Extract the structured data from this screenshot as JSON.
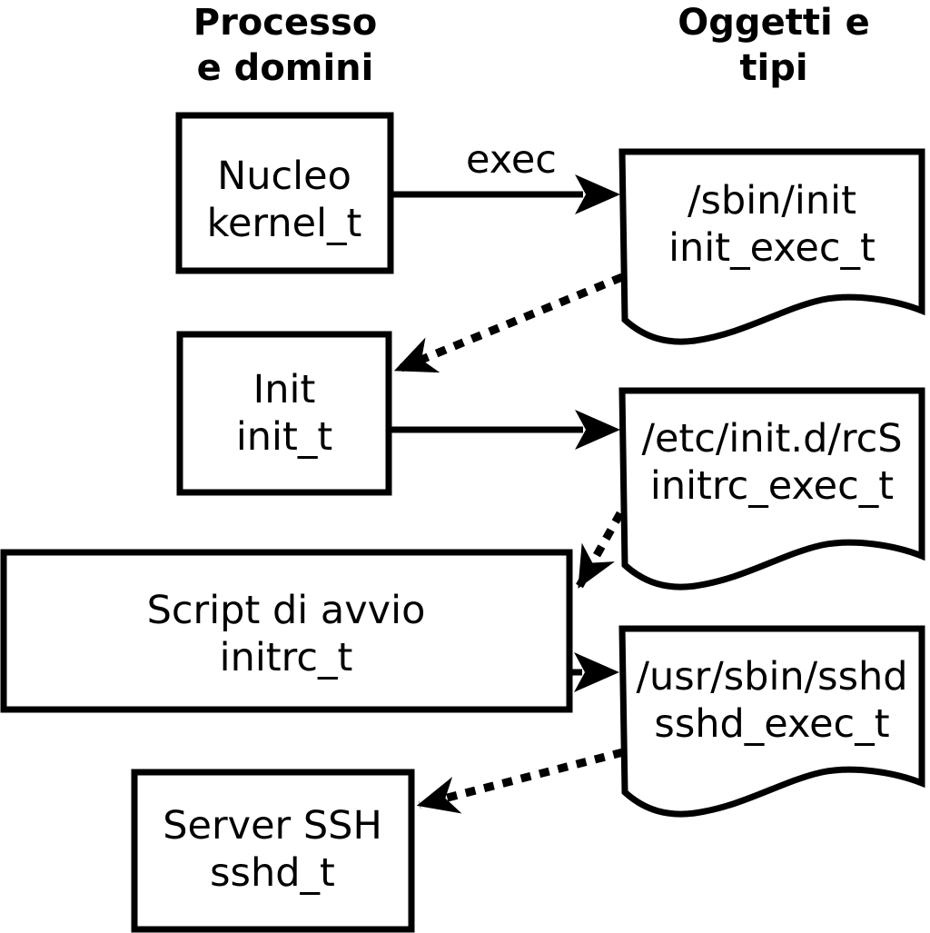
{
  "headers": {
    "left": {
      "line1": "Processo",
      "line2": "e domini"
    },
    "right": {
      "line1": "Oggetti e",
      "line2": "tipi"
    }
  },
  "processes": [
    {
      "id": "kernel",
      "line1": "Nucleo",
      "line2": "kernel_t"
    },
    {
      "id": "init",
      "line1": "Init",
      "line2": "init_t"
    },
    {
      "id": "initrc",
      "line1": "Script di avvio",
      "line2": "initrc_t"
    },
    {
      "id": "sshd",
      "line1": "Server SSH",
      "line2": "sshd_t"
    }
  ],
  "objects": [
    {
      "id": "init_exec",
      "line1": "/sbin/init",
      "line2": "init_exec_t"
    },
    {
      "id": "initrc_exec",
      "line1": "/etc/init.d/rcS",
      "line2": "initrc_exec_t"
    },
    {
      "id": "sshd_exec",
      "line1": "/usr/sbin/sshd",
      "line2": "sshd_exec_t"
    }
  ],
  "labels": {
    "exec_arrow": "exec"
  },
  "colors": {
    "line": "#000000",
    "fill": "#ffffff",
    "background": "#ffffff"
  }
}
